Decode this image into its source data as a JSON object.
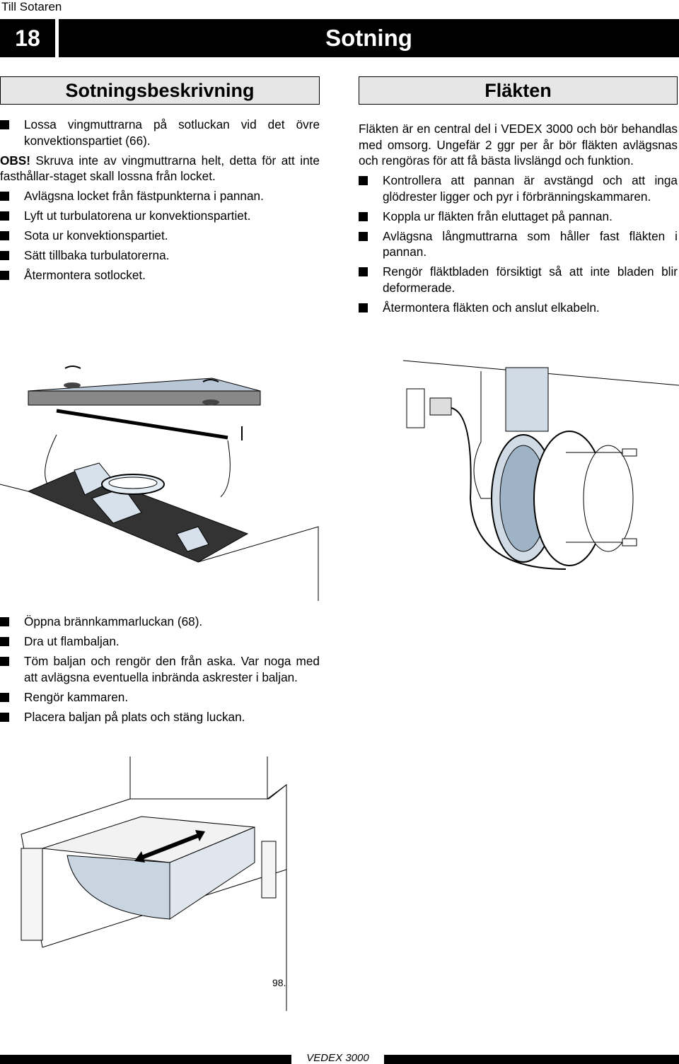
{
  "top_label": "Till Sotaren",
  "header": {
    "page_number": "18",
    "title": "Sotning"
  },
  "left_section": {
    "heading": "Sotningsbeskrivning",
    "item1": "Lossa vingmuttrarna på sotluckan vid det övre konvektionspartiet (66).",
    "obs_label": "OBS!",
    "obs_text": " Skruva inte av vingmuttrarna helt, detta för att inte fasthållar-staget skall lossna från locket.",
    "items": [
      "Avlägsna locket från fästpunkterna i pannan.",
      "Lyft ut turbulatorena ur konvektionspartiet.",
      "Sota ur konvektionspartiet.",
      "Sätt tillbaka turbulatorerna.",
      "Återmontera sotlocket."
    ]
  },
  "right_section": {
    "heading": "Fläkten",
    "intro": "Fläkten är en central del i VEDEX 3000 och bör behandlas med omsorg. Ungefär 2 ggr per år bör fläkten avlägsnas och rengöras för att få bästa livslängd och funktion.",
    "items": [
      "Kontrollera att pannan är avstängd och att inga glödrester ligger och pyr i förbränningskammaren.",
      "Koppla ur fläkten från eluttaget på pannan.",
      "Avlägsna långmuttrarna som håller fast fläkten i pannan.",
      "Rengör fläktbladen försiktigt så att inte bladen blir deformerade.",
      "Återmontera fläkten och anslut elkabeln."
    ]
  },
  "lower_section": {
    "items": [
      "Öppna brännkammarluckan (68).",
      "Dra ut flambaljan.",
      "Töm baljan och rengör den från aska. Var noga med att avlägsna eventuella inbrända askrester i baljan.",
      "Rengör kammaren.",
      "Placera baljan på plats och stäng luckan."
    ]
  },
  "figure_signature": "98.",
  "footer": {
    "text": "VEDEX 3000"
  }
}
